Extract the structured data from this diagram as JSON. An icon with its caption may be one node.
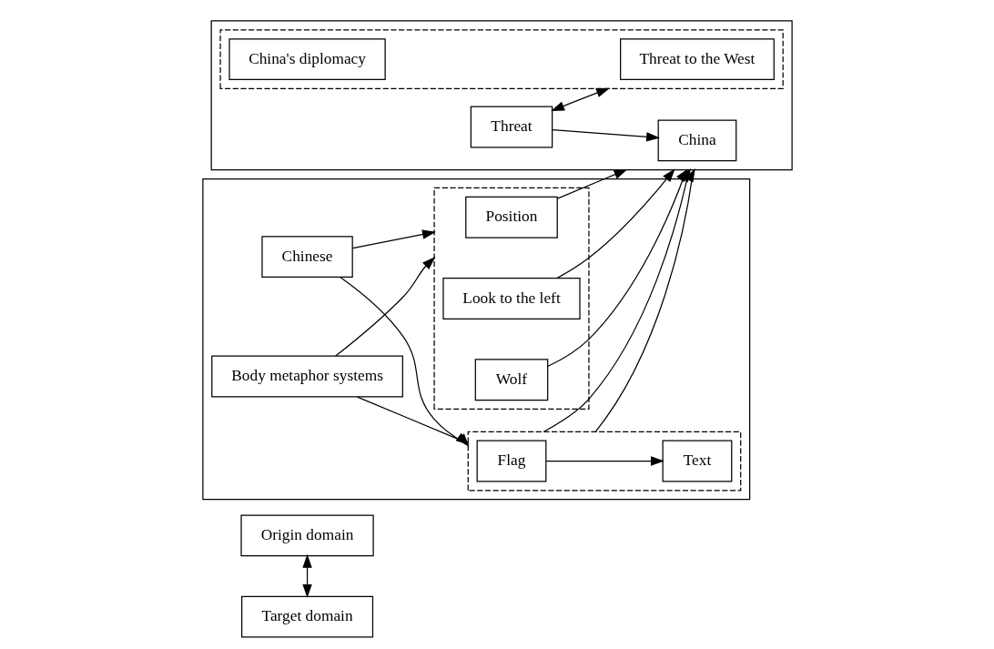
{
  "diagram": {
    "nodes": [
      {
        "text": [
          "Origin domain"
        ]
      },
      {
        "text": [
          "Target domain"
        ]
      },
      {
        "text": [],
        "shape": "box"
      },
      {
        "text": [],
        "shape": "box",
        "in": 2
      },
      {
        "text": [
          "Flag"
        ],
        "in": 3
      },
      {
        "text": [
          "Text"
        ],
        "in": 3
      },
      {
        "text": [
          "Chinese"
        ],
        "in": 2
      },
      {
        "text": [],
        "shape": "box",
        "in": 2
      },
      {
        "text": [
          "Position"
        ],
        "in": 7
      },
      {
        "text": [
          "Look to the left"
        ],
        "in": 7
      },
      {
        "text": [
          "Wolf"
        ],
        "in": 7
      },
      {
        "text": [
          "Body metaphor systems"
        ],
        "in": 2
      },
      {
        "text": [],
        "shape": "box"
      },
      {
        "text": [
          "China"
        ],
        "in": 12
      },
      {
        "text": [
          "Threat"
        ],
        "in": 12
      },
      {
        "text": [],
        "shape": "box",
        "in": 12
      },
      {
        "text": [
          "Threat to the West"
        ],
        "in": 15
      },
      {
        "text": [
          "China's diplomacy"
        ],
        "in": 15
      }
    ],
    "edges": [
      {
        "from": 0,
        "to": 1,
        "arrow": "both"
      },
      {
        "from": 4,
        "to": 5,
        "arrow": "to"
      },
      {
        "from": 6,
        "to": 3,
        "arrow": "to"
      },
      {
        "from": 11,
        "to": 3,
        "arrow": "to"
      },
      {
        "from": 6,
        "to": 7,
        "arrow": "to"
      },
      {
        "from": 11,
        "to": 7,
        "arrow": "to"
      },
      {
        "from": 3,
        "to": 12,
        "arrow": "to"
      },
      {
        "from": 3,
        "to": 12,
        "arrow": "to"
      },
      {
        "from": 8,
        "to": 12,
        "arrow": "to"
      },
      {
        "from": 9,
        "to": 12,
        "arrow": "to"
      },
      {
        "from": 10,
        "to": 12,
        "arrow": "to"
      },
      {
        "from": 14,
        "to": 13,
        "arrow": "to"
      },
      {
        "from": 14,
        "to": 15,
        "arrow": "both"
      }
    ]
  }
}
